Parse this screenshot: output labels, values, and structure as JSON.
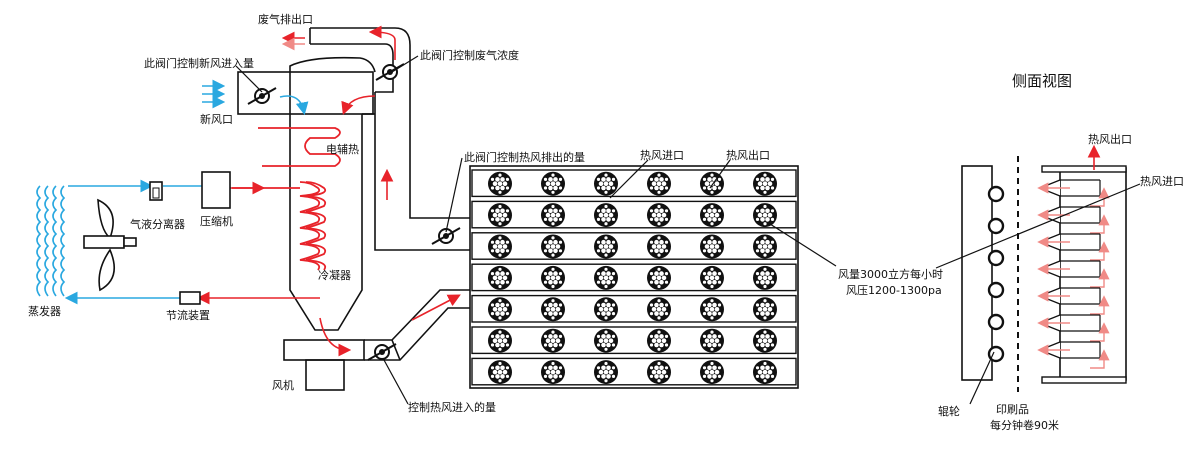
{
  "labels": {
    "exhaust_outlet": "废气排出口",
    "valve_fresh": "此阀门控制新风进入量",
    "valve_exhaust": "此阀门控制废气浓度",
    "fresh_inlet": "新风口",
    "electric_heat": "电辅热",
    "separator": "气液分离器",
    "compressor": "压缩机",
    "condenser": "冷凝器",
    "throttle": "节流装置",
    "evaporator": "蒸发器",
    "fan": "风机",
    "valve_hot_exhaust": "此阀门控制热风排出的量",
    "hot_inlet": "热风进口",
    "hot_outlet": "热风出口",
    "airflow_line1": "风量3000立方每小时",
    "airflow_line2": "风压1200-1300pa",
    "valve_hot_intake": "控制热风进入的量",
    "side_view": "侧面视图",
    "side_hot_outlet": "热风出口",
    "side_hot_inlet": "热风进口",
    "roller": "辊轮",
    "print_line1": "印刷品",
    "print_line2": "每分钟卷90米"
  },
  "colors": {
    "hot": "#e8232a",
    "hot_light": "#f4a3a0",
    "cold": "#2aa8e0",
    "line": "#111111"
  },
  "icons": {
    "valve": "valve-icon",
    "nozzle": "nozzle-icon",
    "roller": "roller-icon",
    "fan_blade": "fan-blade-icon"
  }
}
